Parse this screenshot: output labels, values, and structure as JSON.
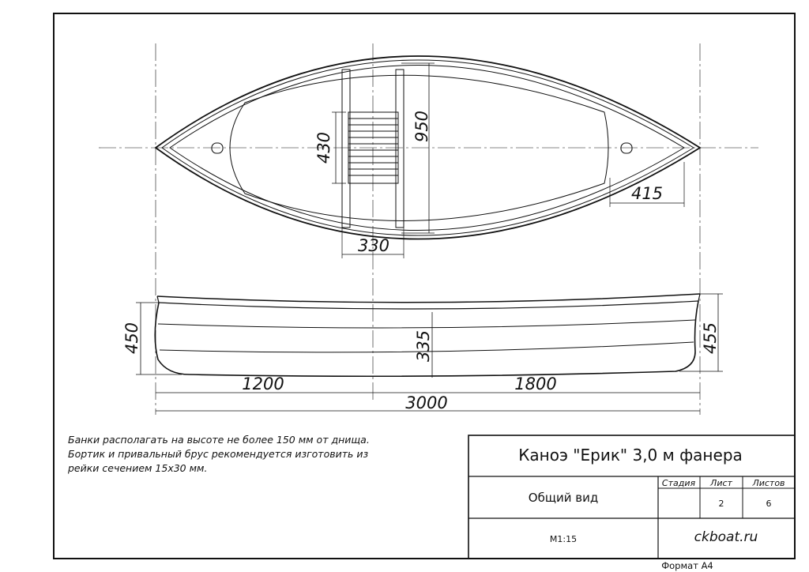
{
  "top_view": {
    "dim_width": "950",
    "dim_seat_length": "430",
    "dim_seat_width": "330",
    "dim_end": "415"
  },
  "side_view": {
    "dim_height_left": "450",
    "dim_height_mid": "335",
    "dim_height_right": "455",
    "dim_left_segment": "1200",
    "dim_right_segment": "1800",
    "dim_total_length": "3000"
  },
  "notes": [
    "Банки располагать на высоте не более 150 мм от днища.",
    "Бортик и привальный брус рекомендуется изготовить из",
    "рейки сечением 15x30 мм."
  ],
  "title_block": {
    "title": "Каноэ \"Ерик\" 3,0 м фанера",
    "view_name": "Общий вид",
    "scale": "М1:15",
    "stage_header": "Стадия",
    "sheet_header": "Лист",
    "sheets_header": "Листов",
    "stage_value": "",
    "sheet_value": "2",
    "sheets_value": "6",
    "site": "ckboat.ru",
    "format": "Формат А4"
  }
}
